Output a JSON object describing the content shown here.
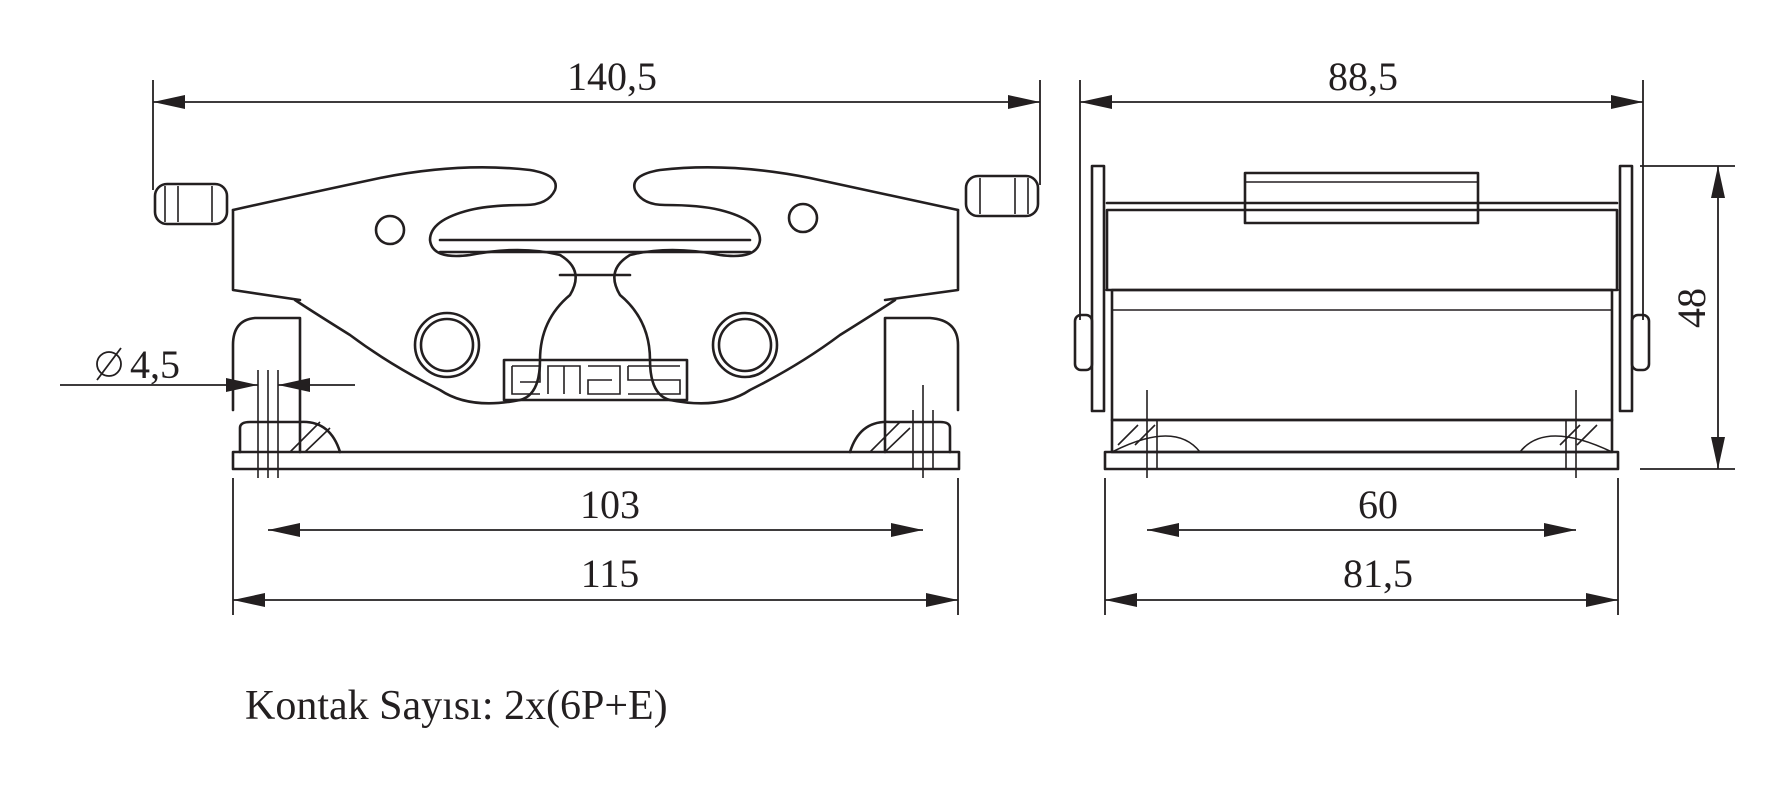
{
  "front_view": {
    "overall_width": "140,5",
    "hole_pitch": "103",
    "base_width": "115",
    "hole_diameter": "4,5",
    "logo_text": "emas"
  },
  "side_view": {
    "overall_width": "88,5",
    "hole_pitch": "60",
    "base_width": "81,5",
    "height": "48"
  },
  "caption": "Kontak Sayısı: 2x(6P+E)",
  "colors": {
    "line": "#231f20",
    "background": "#ffffff"
  }
}
